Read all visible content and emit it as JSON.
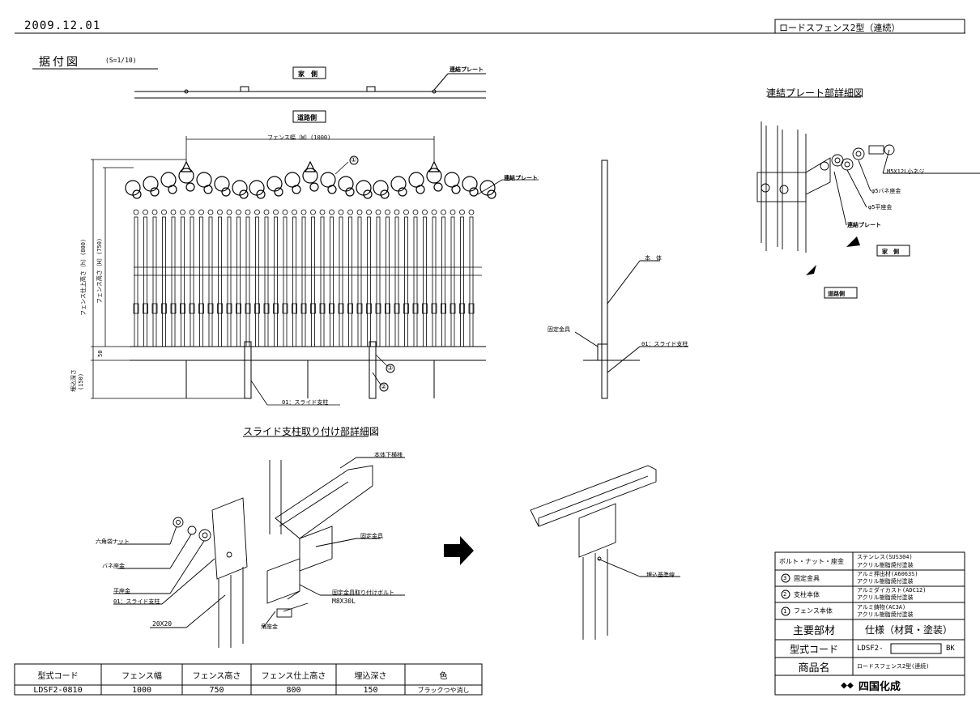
{
  "header": {
    "date": "2009.12.01",
    "title": "ロードスフェンス2型（連続）"
  },
  "sections": {
    "installation": "据付図",
    "scale": "(S=1/10)",
    "plate_detail": "連結プレート部詳細図",
    "slide_detail": "スライド支柱取り付け部詳細図"
  },
  "labels": {
    "house_side": "家　側",
    "road_side": "道路側",
    "renketsu_plate": "連結プレート",
    "fence_width": "フェンス幅〔W〕(1000)",
    "fence_finish_height": "フェンス仕上高さ〔h〕(800)",
    "fence_height": "フェンス高さ〔H〕(750)",
    "dim_50": "50",
    "embed_depth": "埋込深さ",
    "embed_val": "(150)",
    "slide_post": "01：スライド支柱",
    "body": "本　体",
    "fix_bracket": "固定金具",
    "m5_screw": "M5X12L小ネジ",
    "spring_washer5": "φ5バネ座金",
    "flat_washer5": "φ5平座金",
    "hex_nut": "六角袋ナット",
    "spring_washer": "バネ座金",
    "flat_washer": "平座金",
    "size_20": "20X20",
    "body_lower_rail": "本体下横桟",
    "bracket_bolt": "固定金具取り付けボルト",
    "bolt_size": "M8X30L",
    "square_washer": "角座金",
    "embed_ref_line": "埋込基準線",
    "c1": "①",
    "c2": "②",
    "c3": "③"
  },
  "spec_table": {
    "headers": [
      "型式コード",
      "フェンス幅",
      "フェンス高さ",
      "フェンス仕上高さ",
      "埋込深さ",
      "色"
    ],
    "row": [
      "LDSF2-0810",
      "1000",
      "750",
      "800",
      "150",
      "ブラックつや消し"
    ]
  },
  "title_block": {
    "rows": [
      {
        "item": "ボルト・ナット・座金",
        "spec1": "ステンレス(SUS304)",
        "spec2": "アクリル樹脂焼付塗装"
      },
      {
        "item": "固定金具",
        "num": "3",
        "spec1": "アルミ押出材(A6063S)",
        "spec2": "アクリル樹脂焼付塗装"
      },
      {
        "item": "支柱本体",
        "num": "2",
        "spec1": "アルミダイカスト(ADC12)",
        "spec2": "アクリル樹脂焼付塗装"
      },
      {
        "item": "フェンス本体",
        "num": "1",
        "spec1": "アルミ鋳物(AC3A)",
        "spec2": "アクリル樹脂焼付塗装"
      }
    ],
    "main_material": "主要部材",
    "spec_header": "仕様（材質・塗装）",
    "model_code_label": "型式コード",
    "model_code_value": "LDSF2-",
    "model_code_suffix": "BK",
    "product_label": "商品名",
    "product_value": "ロードスフェンス2型(連続)",
    "company": "四国化成"
  }
}
